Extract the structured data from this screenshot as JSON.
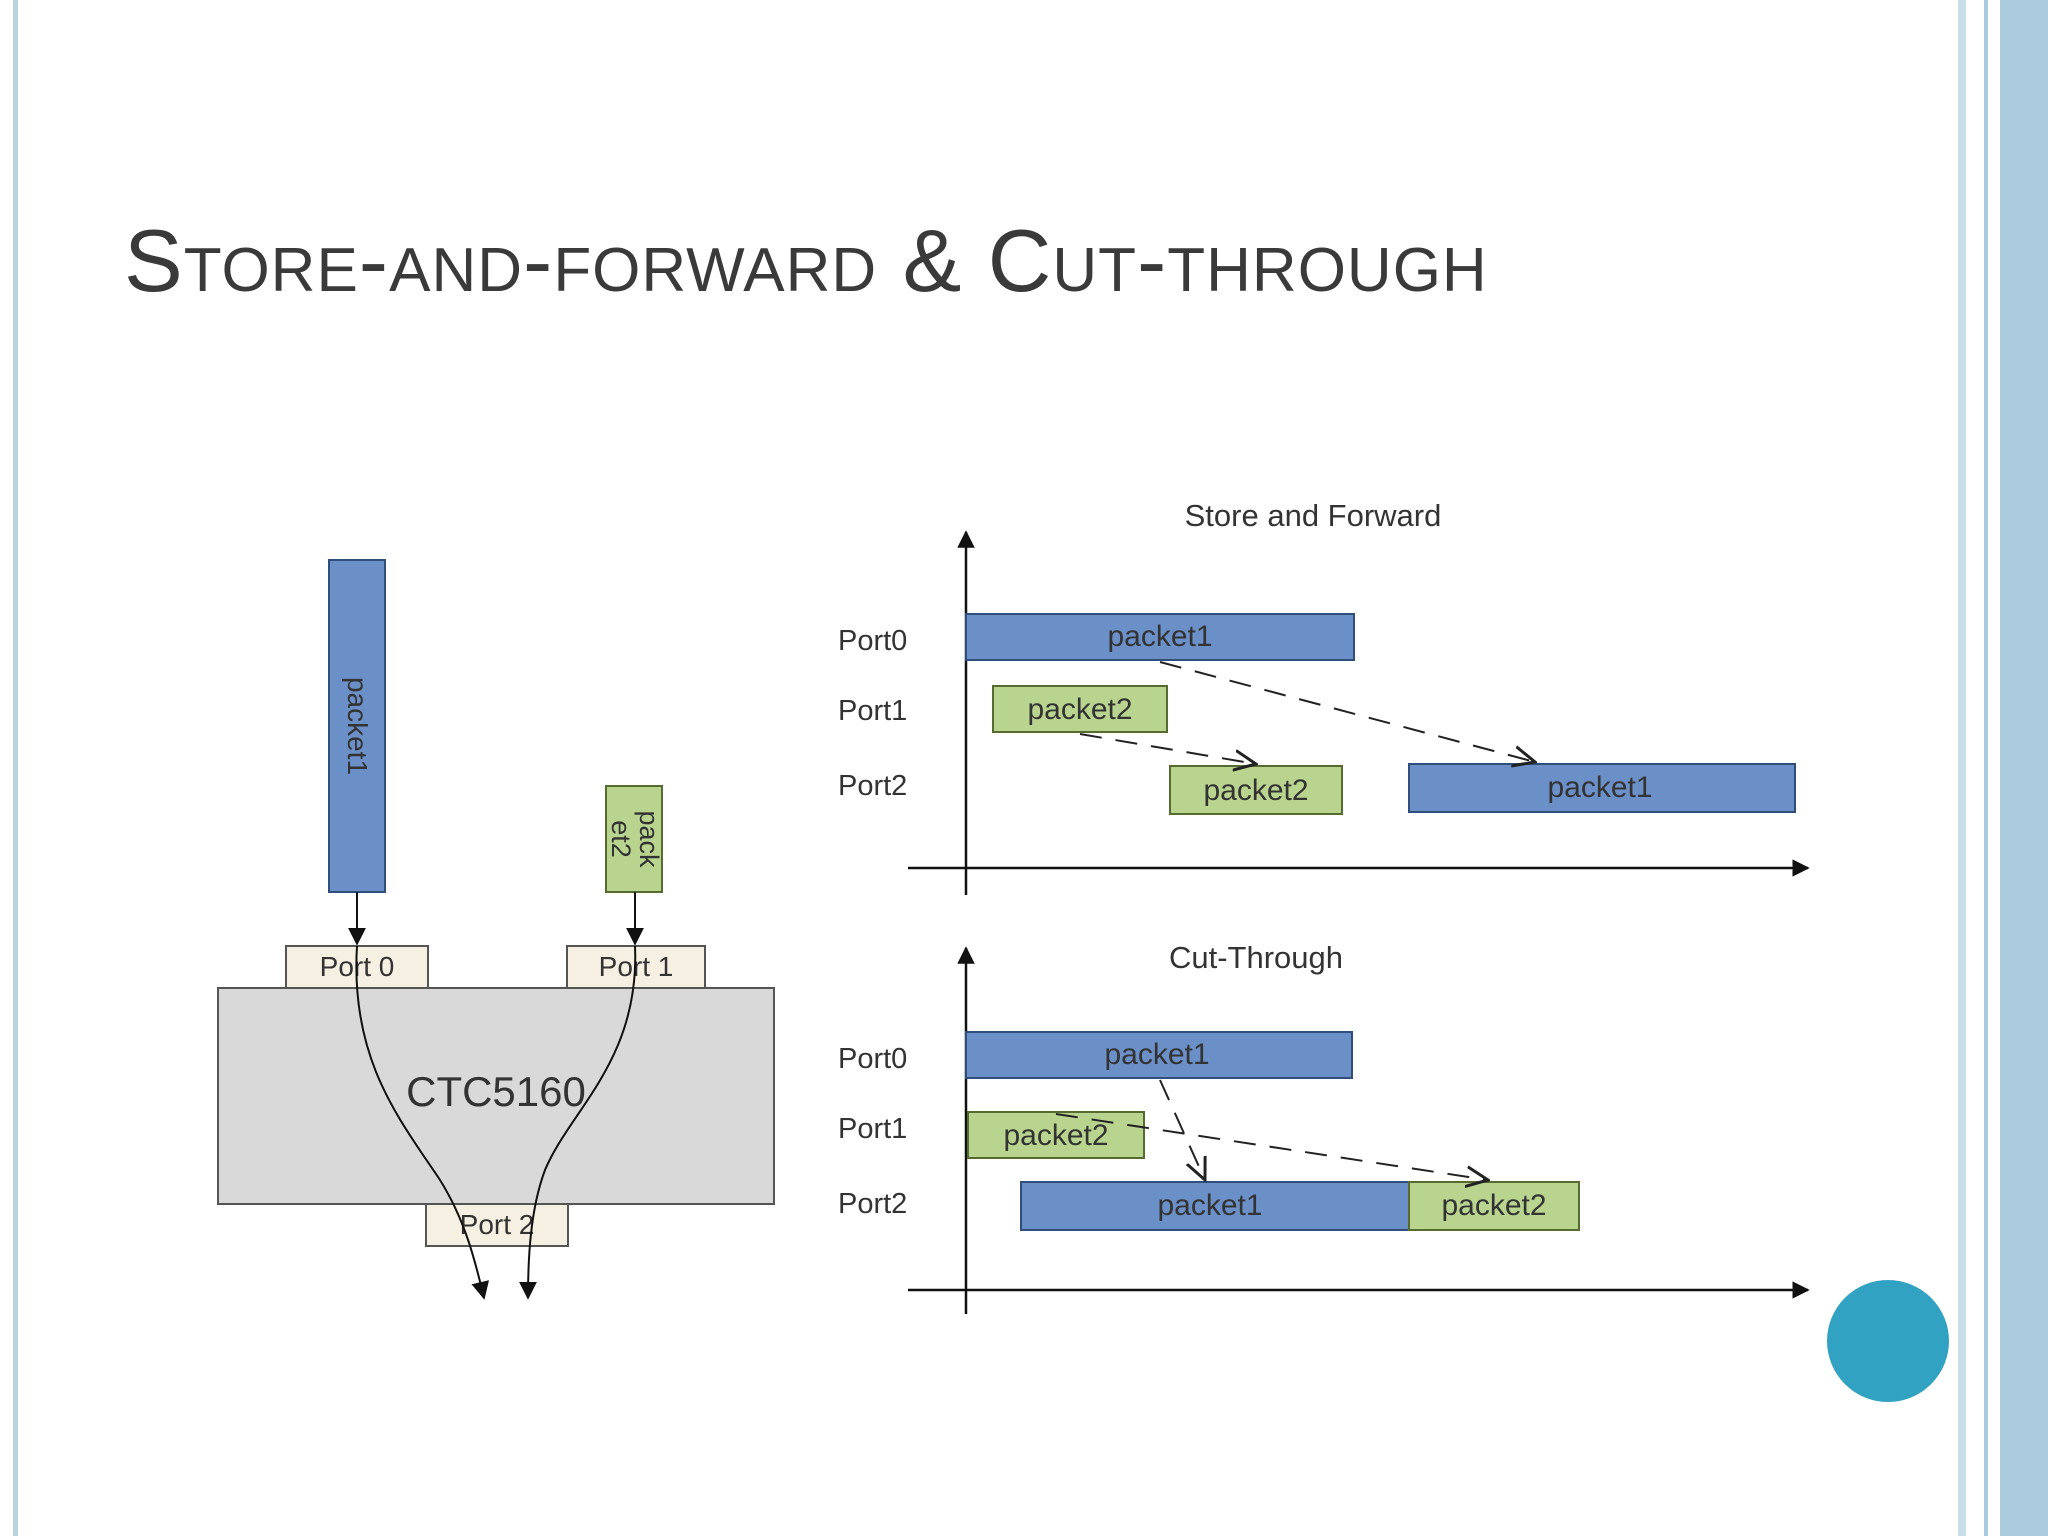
{
  "slide": {
    "title": "Store-and-forward & Cut-through"
  },
  "switch": {
    "chip_label": "CTC5160",
    "port0": "Port 0",
    "port1": "Port 1",
    "port2": "Port 2",
    "packet1": "packet1",
    "packet2_line1": "pack",
    "packet2_line2": "et2"
  },
  "store_forward": {
    "title": "Store and Forward",
    "rows": [
      "Port0",
      "Port1",
      "Port2"
    ],
    "port0_packet": "packet1",
    "port1_packet": "packet2",
    "port2_packet_a": "packet2",
    "port2_packet_b": "packet1"
  },
  "cut_through": {
    "title": "Cut-Through",
    "rows": [
      "Port0",
      "Port1",
      "Port2"
    ],
    "port0_packet": "packet1",
    "port1_packet": "packet2",
    "port2_packet_a": "packet1",
    "port2_packet_b": "packet2"
  },
  "colors": {
    "packet_blue": "#6b8fc7",
    "packet_green": "#b9d48f",
    "port_box": "#f6f0e3",
    "chip": "#d9d9d9",
    "accent_circle": "#32a2c2",
    "side_stripe": "#a9cbdd"
  }
}
